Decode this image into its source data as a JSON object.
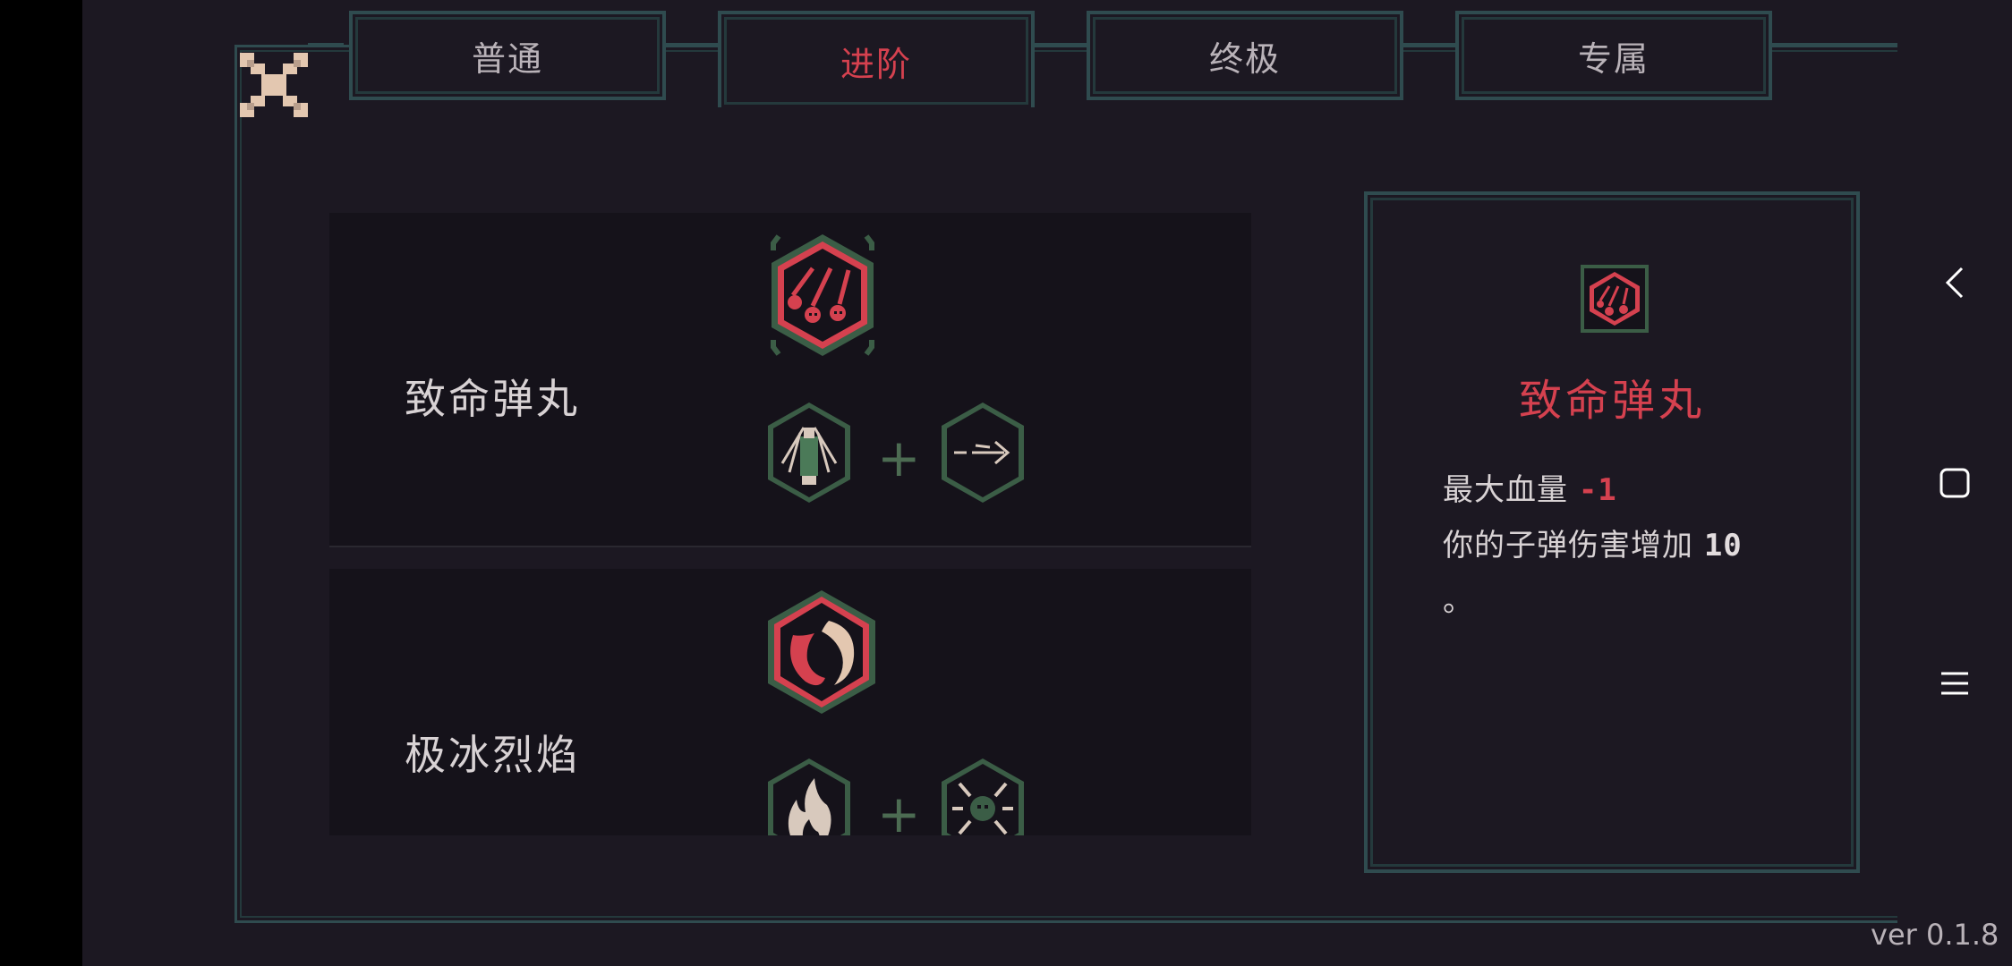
{
  "tabs": [
    {
      "label": "普通",
      "active": false
    },
    {
      "label": "进阶",
      "active": true
    },
    {
      "label": "终极",
      "active": false
    },
    {
      "label": "专属",
      "active": false
    }
  ],
  "skills": [
    {
      "name": "致命弹丸",
      "main_icon": "triple-bullet-skull-icon",
      "component_icons": [
        "robed-figure-icon",
        "arrow-dash-icon"
      ]
    },
    {
      "name": "极冰烈焰",
      "main_icon": "fire-ice-swirl-icon",
      "component_icons": [
        "flame-icon",
        "snowflake-skull-icon"
      ]
    }
  ],
  "detail": {
    "icon": "triple-bullet-skull-icon",
    "title": "致命弹丸",
    "line1_text": "最大血量 ",
    "line1_value": "-1",
    "line2_text": "你的子弹伤害增加 ",
    "line2_value": "10",
    "line3_text": "。"
  },
  "version": "ver 0.1.8",
  "colors": {
    "accent_red": "#d5414f",
    "frame_teal": "#2f4b4f",
    "background": "#1c1822"
  }
}
